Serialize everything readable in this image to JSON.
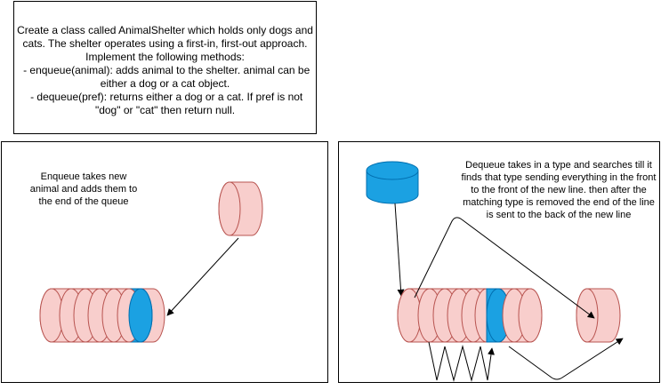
{
  "problem": {
    "lines": [
      "Create a class called AnimalShelter which holds only dogs and",
      "cats. The shelter operates using a first-in, first-out approach.",
      "Implement the following methods:",
      " - enqueue(animal): adds animal to the shelter. animal can be",
      "either a dog or a cat object.",
      " - dequeue(pref): returns either a dog or a cat. If pref is not",
      "\"dog\" or \"cat\" then return null."
    ]
  },
  "enqueue_panel": {
    "note": "Enqueue takes new animal and adds them to the end of the queue"
  },
  "dequeue_panel": {
    "note": "Dequeue takes in a type and searches till it finds that type sending everything in the front to the front of the new line. then after the matching type is removed the end of the line is sent to the back of the new line"
  },
  "colors": {
    "animal_fill": "#f8cecc",
    "animal_stroke": "#b85450",
    "match_fill": "#1ba1e2",
    "match_stroke": "#006eaf",
    "line": "#000000"
  }
}
